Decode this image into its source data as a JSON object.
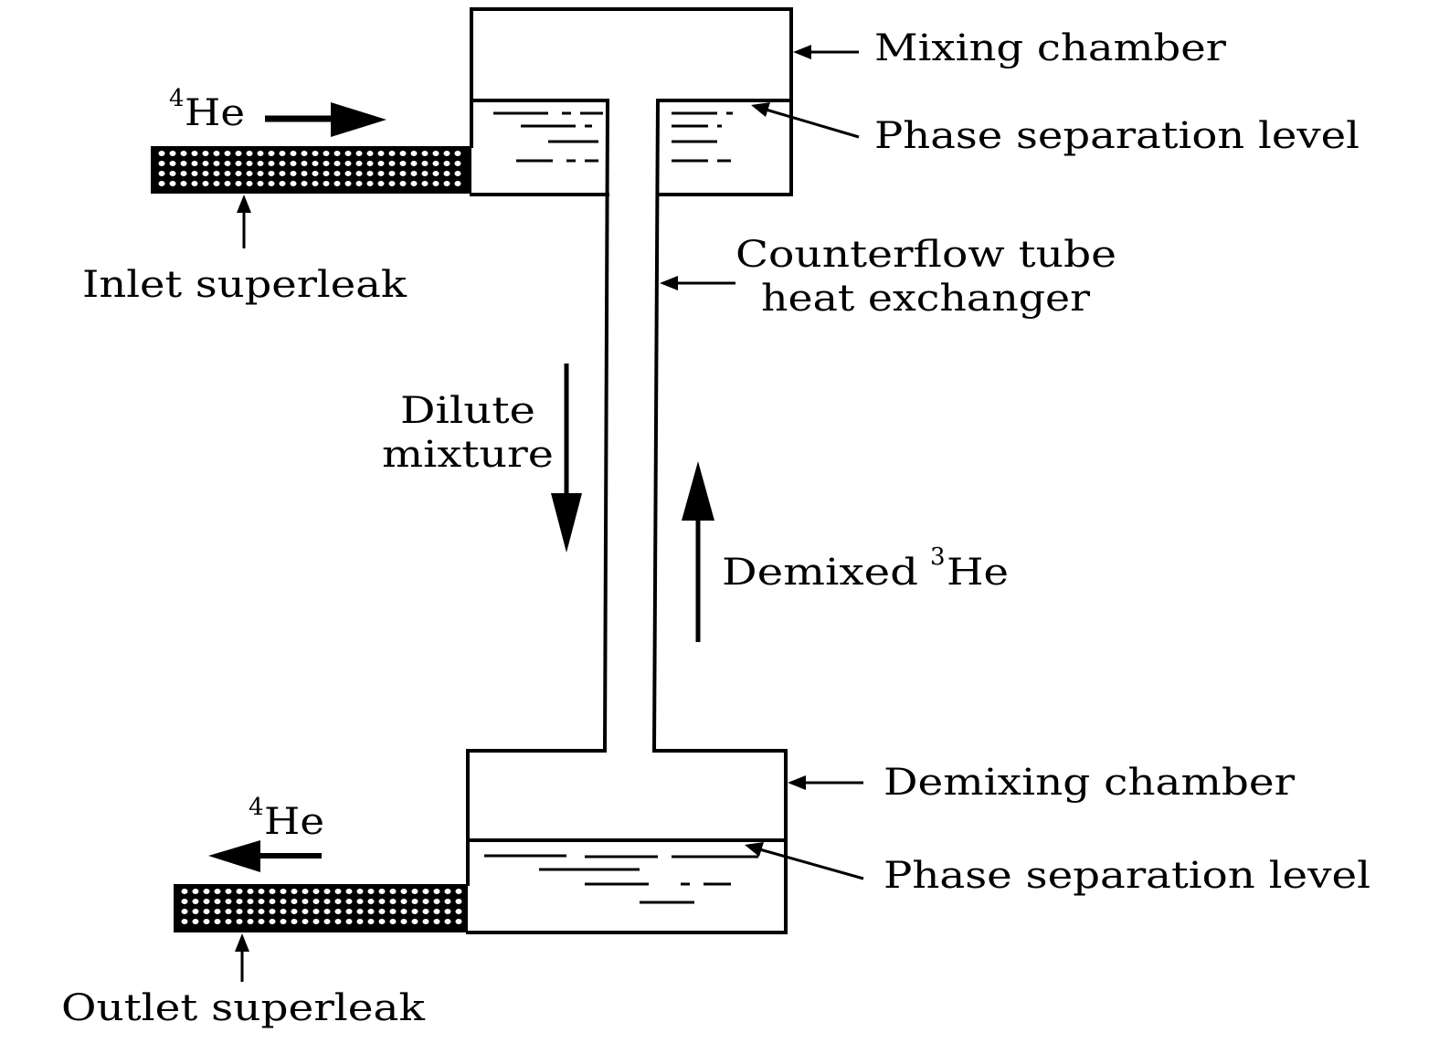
{
  "labels": {
    "mixing_chamber": "Mixing chamber",
    "phase_sep_top": "Phase separation level",
    "inlet_superleak": "Inlet superleak",
    "counterflow_1": "Counterflow tube",
    "counterflow_2": "heat exchanger",
    "dilute_1": "Dilute",
    "dilute_2": "mixture",
    "demixed": "Demixed ",
    "demixed_sup": "3",
    "demixed_he": "He",
    "demixing_chamber": "Demixing chamber",
    "phase_sep_bottom": "Phase separation level",
    "outlet_superleak": "Outlet superleak",
    "he4_in_sup": "4",
    "he4_in": "He",
    "he4_out_sup": "4",
    "he4_out": "He"
  },
  "colors": {
    "ink": "#000000",
    "background": "#ffffff"
  }
}
